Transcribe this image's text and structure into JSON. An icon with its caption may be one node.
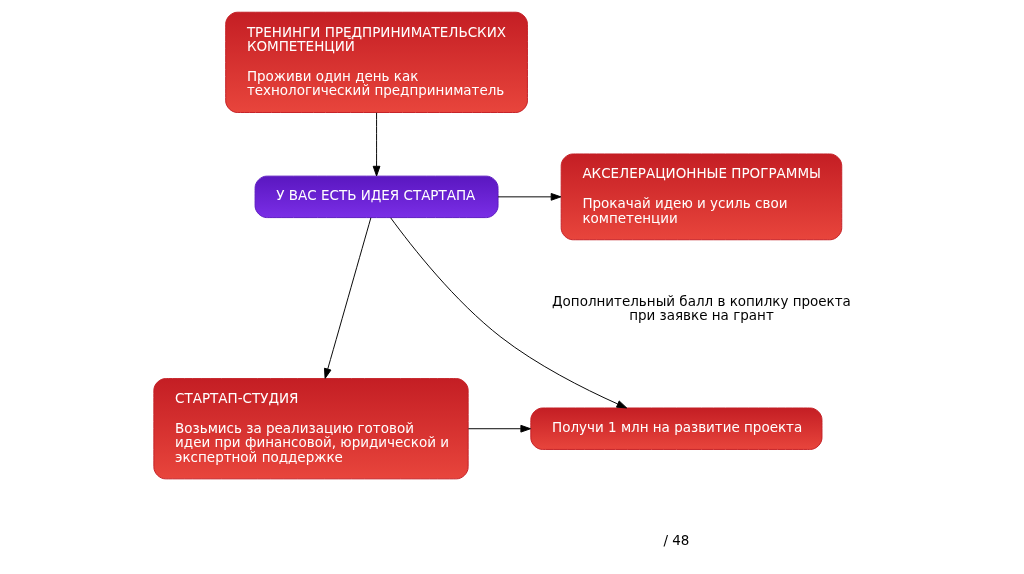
{
  "diagram": {
    "nodes": [
      {
        "text": [
          "ТРЕНИНГИ ПРЕДПРИНИМАТЕЛЬСКИХ КОМПЕТЕНЦИЙ",
          "Проживи один день как технологический предприниматель"
        ]
      },
      {
        "text": [
          "У ВАС ЕСТЬ ИДЕЯ СТАРТАПА"
        ]
      },
      {
        "text": [
          "СТАРТАП-СТУДИЯ",
          "Возьмись за реализацию готовой идеи при финансовой, юридической и экспертной поддержке"
        ]
      },
      {
        "text": [
          "АКСЕЛЕРАЦИОННЫЕ ПРОГРАММЫ",
          "Прокачай идею и усиль свои компетенции"
        ]
      },
      {
        "text": [
          "Получи 1 млн на развитие проекта"
        ]
      }
    ],
    "edges": [
      {
        "from": 0,
        "to": 1,
        "arrow": "to"
      },
      {
        "from": 1,
        "to": 3,
        "arrow": "to"
      },
      {
        "from": 1,
        "to": 4,
        "arrow": "to"
      },
      {
        "from": 1,
        "to": 2,
        "arrow": "to"
      },
      {
        "from": 2,
        "to": 4,
        "arrow": "to"
      }
    ],
    "labels": [
      "Дополнительный балл в копилку проекта при заявке на грант",
      "/ 48"
    ]
  }
}
